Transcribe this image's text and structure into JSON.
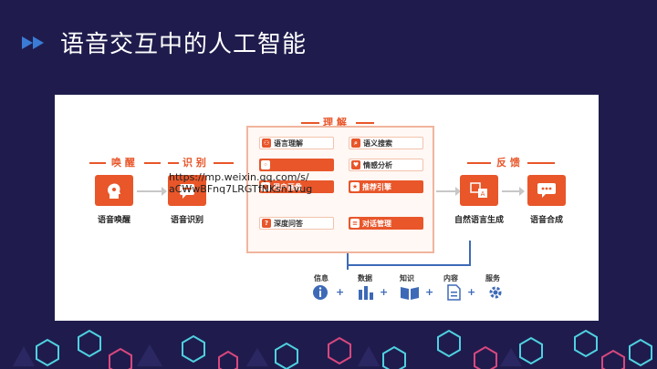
{
  "slide": {
    "title": "语音交互中的人工智能"
  },
  "figure": {
    "section_labels": {
      "wake": "唤 醒",
      "recognize": "识 别",
      "understand": "理 解",
      "feedback": "反 馈"
    },
    "steps": {
      "wake": "语音唤醒",
      "recognize": "语音识别",
      "generate": "自然语言生成",
      "synthesize": "语音合成"
    },
    "understand_items": {
      "left": [
        "语言理解",
        "",
        "用户画像",
        "深度问答"
      ],
      "right": [
        "语义搜索",
        "情感分析",
        "推荐引擎",
        "对话管理"
      ]
    },
    "watermark": {
      "line1": "https://mp.weixin.qq.com/s/",
      "line2": "aCWwBFnq7LRGTfNKsn1vug"
    },
    "foundation": {
      "items": [
        "信息",
        "数据",
        "知识",
        "内容",
        "服务"
      ],
      "plus": "+"
    }
  },
  "colors": {
    "background": "#1f1c4d",
    "accent": "#e8562a",
    "title_arrow": "#3a7bd5",
    "foundation_blue": "#3d6ab7",
    "hex_cyan": "#4fd1e0",
    "hex_pink": "#d9477e"
  }
}
